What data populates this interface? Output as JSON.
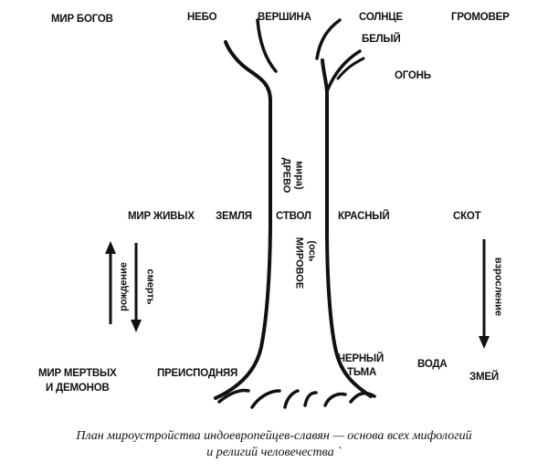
{
  "labels": {
    "world_gods": "МИР БОГОВ",
    "sky": "НЕБО",
    "top": "ВЕРШИНА",
    "sun": "СОЛНЦЕ",
    "white": "БЕЛЫЙ",
    "thunderer": "ГРОМОВЕР",
    "fire": "ОГОНЬ",
    "world_tree_line1": "ДРЕВО",
    "world_tree_line2": "мира)",
    "world_living": "МИР ЖИВЫХ",
    "earth": "ЗЕМЛЯ",
    "trunk": "СТВОЛ",
    "red": "КРАСНЫЙ",
    "cattle": "СКОТ",
    "world_axis_line1": "МИРОВОЕ",
    "world_axis_line2": "(ось",
    "birth": "рождение",
    "death": "смерть",
    "growth": "взросление",
    "world_dead_line1": "МИР МЕРТВЫХ",
    "world_dead_line2": "И  ДЕМОНОВ",
    "underworld": "ПРЕИСПОДНЯЯ",
    "black_line1": "ЧЕРНЫЙ",
    "black_line2": "ТЬМА",
    "water": "ВОДА",
    "serpent": "ЗМЕЙ"
  },
  "caption": {
    "line1": "План мироустройства индоевропейцев-славян — основа всех мифологий",
    "line2": "и религий человечества `"
  },
  "colors": {
    "ink": "#111111",
    "background": "#ffffff"
  }
}
